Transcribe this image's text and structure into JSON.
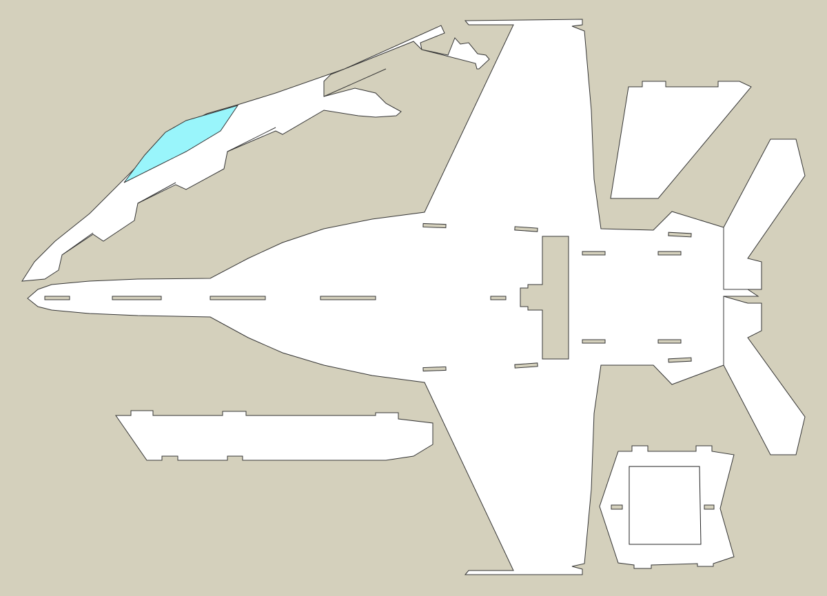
{
  "colors": {
    "background": "#d4d0bc",
    "part_fill": "#ffffff",
    "outline": "#333333",
    "canopy": "#99f5fb"
  },
  "parts": [
    {
      "name": "fuselage-side-profile"
    },
    {
      "name": "main-planform"
    },
    {
      "name": "fuselage-doubler"
    },
    {
      "name": "tail-fin"
    },
    {
      "name": "stabilator"
    },
    {
      "name": "keel-plate"
    }
  ]
}
